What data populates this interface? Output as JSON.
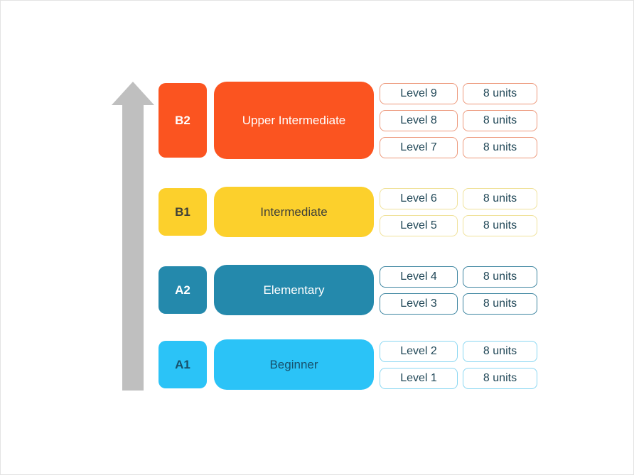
{
  "diagram": {
    "type": "language-proficiency-levels",
    "arrow": {
      "direction": "up",
      "color": "#bfbfbf"
    },
    "colors": {
      "b2": "#fb5420",
      "b1": "#fcd02c",
      "a2": "#2489ac",
      "a1": "#2bc3f7",
      "pill_text": "#1f4656",
      "pill_border_b2": "#ed997c",
      "pill_border_b1": "#f0e29b",
      "pill_border_a2": "#3d85a0",
      "pill_border_a1": "#8ad7f2"
    }
  },
  "groups": [
    {
      "code": "B2",
      "name": "Upper Intermediate",
      "levels": [
        {
          "label": "Level 9",
          "units": "8 units"
        },
        {
          "label": "Level 8",
          "units": "8 units"
        },
        {
          "label": "Level 7",
          "units": "8 units"
        }
      ]
    },
    {
      "code": "B1",
      "name": "Intermediate",
      "levels": [
        {
          "label": "Level 6",
          "units": "8 units"
        },
        {
          "label": "Level 5",
          "units": "8 units"
        }
      ]
    },
    {
      "code": "A2",
      "name": "Elementary",
      "levels": [
        {
          "label": "Level 4",
          "units": "8 units"
        },
        {
          "label": "Level 3",
          "units": "8 units"
        }
      ]
    },
    {
      "code": "A1",
      "name": "Beginner",
      "levels": [
        {
          "label": "Level 2",
          "units": "8 units"
        },
        {
          "label": "Level 1",
          "units": "8 units"
        }
      ]
    }
  ]
}
